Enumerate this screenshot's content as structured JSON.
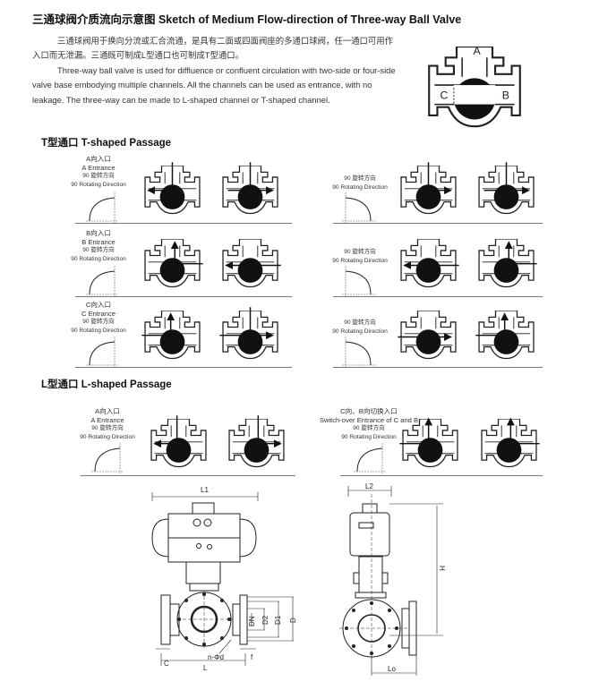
{
  "title": "三通球阀介质流向示意图 Sketch of Medium Flow-direction of Three-way Ball Valve",
  "intro_cn": "三通球阀用于换向分流或汇合流通，是具有二面或四面阀座的多通口球阀，任一通口可用作入口而无泄漏。三通既可制成L型通口也可制成T型通口。",
  "intro_en": "Three-way ball valve is used for diffluence or confluent circulation with two-side or four-side valve base embodying multiple channels. All the channels can be used as entrance, with no leakage. The three-way can be made to L-shaped channel or T-shaped channel.",
  "port_labels": {
    "a": "A",
    "b": "B",
    "c": "C"
  },
  "t_section": {
    "heading": "T型通口 T-shaped Passage",
    "rows": [
      {
        "cn": "A向入口",
        "en": "A Entrance"
      },
      {
        "cn": "B向入口",
        "en": "B Entrance"
      },
      {
        "cn": "C向入口",
        "en": "C Entrance"
      }
    ]
  },
  "rotate": {
    "cn": "90   旋转方向",
    "en": "90 Rotating Direction"
  },
  "l_section": {
    "heading": "L型通口 L-shaped Passage",
    "left": {
      "cn": "A向入口",
      "en": "A Entrance"
    },
    "right": {
      "cn": "C向、B向切换入口",
      "en": "Switch-over Entrance of C and B"
    }
  },
  "dimensions": {
    "L1": "L1",
    "L2": "L2",
    "H": "H",
    "DN": "DN",
    "D2": "D2",
    "D1": "D1",
    "D": "D",
    "C": "C",
    "L": "L",
    "nd": "n-Φd",
    "f": "f",
    "L0": "Lo"
  }
}
